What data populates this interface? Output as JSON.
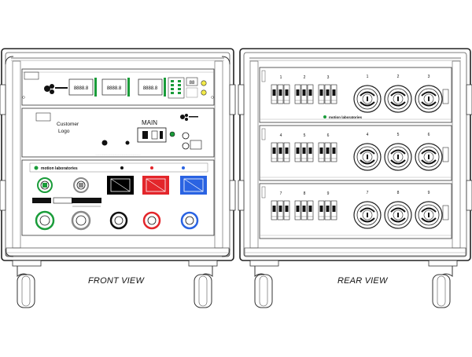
{
  "front": {
    "caption": "FRONT VIEW",
    "meter_labels": [
      "8888.8",
      "8888.8",
      "8888.8"
    ],
    "mini_display": "88",
    "customer_logo": [
      "Customer",
      "Logo"
    ],
    "main_label": "MAIN",
    "banner_text": "motion laboratories",
    "panel_colors": [
      "#000000",
      "#e3262b",
      "#2a63e2"
    ]
  },
  "rear": {
    "caption": "REAR VIEW",
    "banner_text": "motion laboratories",
    "rows": [
      {
        "breakers": [
          "1",
          "2",
          "3"
        ],
        "outlets": [
          "1",
          "2",
          "3"
        ]
      },
      {
        "breakers": [
          "4",
          "5",
          "6"
        ],
        "outlets": [
          "4",
          "5",
          "6"
        ]
      },
      {
        "breakers": [
          "7",
          "8",
          "9"
        ],
        "outlets": [
          "7",
          "8",
          "9"
        ]
      }
    ]
  }
}
